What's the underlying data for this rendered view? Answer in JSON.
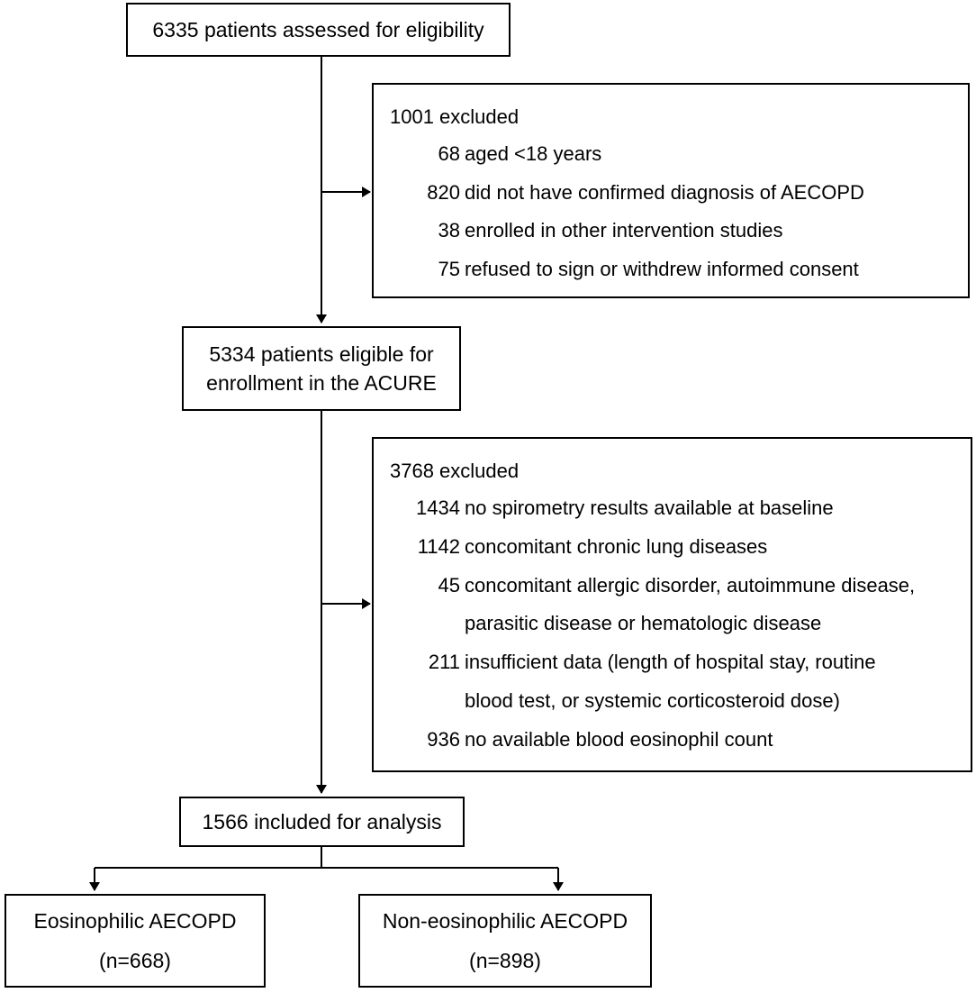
{
  "nodes": {
    "assessed": "6335 patients assessed for eligibility",
    "eligible_line1": "5334 patients eligible for",
    "eligible_line2": "enrollment in the ACURE",
    "included": "1566 included for analysis",
    "eos_line1": "Eosinophilic AECOPD",
    "eos_line2": "(n=668)",
    "noneos_line1": "Non-eosinophilic AECOPD",
    "noneos_line2": "(n=898)"
  },
  "exclusion1": {
    "header": "1001 excluded",
    "items": [
      {
        "count": "68",
        "text": "aged <18 years"
      },
      {
        "count": "820",
        "text": "did not have confirmed diagnosis of AECOPD"
      },
      {
        "count": "38",
        "text": "enrolled in other intervention studies"
      },
      {
        "count": "75",
        "text": "refused to sign or withdrew informed consent"
      }
    ]
  },
  "exclusion2": {
    "header": "3768 excluded",
    "items": [
      {
        "count": "1434",
        "text": "no spirometry results available at baseline",
        "cont": ""
      },
      {
        "count": "1142",
        "text": "concomitant chronic lung diseases",
        "cont": ""
      },
      {
        "count": "45",
        "text": "concomitant allergic disorder, autoimmune disease,",
        "cont": "parasitic disease or hematologic disease"
      },
      {
        "count": "211",
        "text": "insufficient data (length of hospital stay, routine",
        "cont": "blood test, or systemic corticosteroid dose)"
      },
      {
        "count": "936",
        "text": "no available blood eosinophil count",
        "cont": ""
      }
    ]
  }
}
